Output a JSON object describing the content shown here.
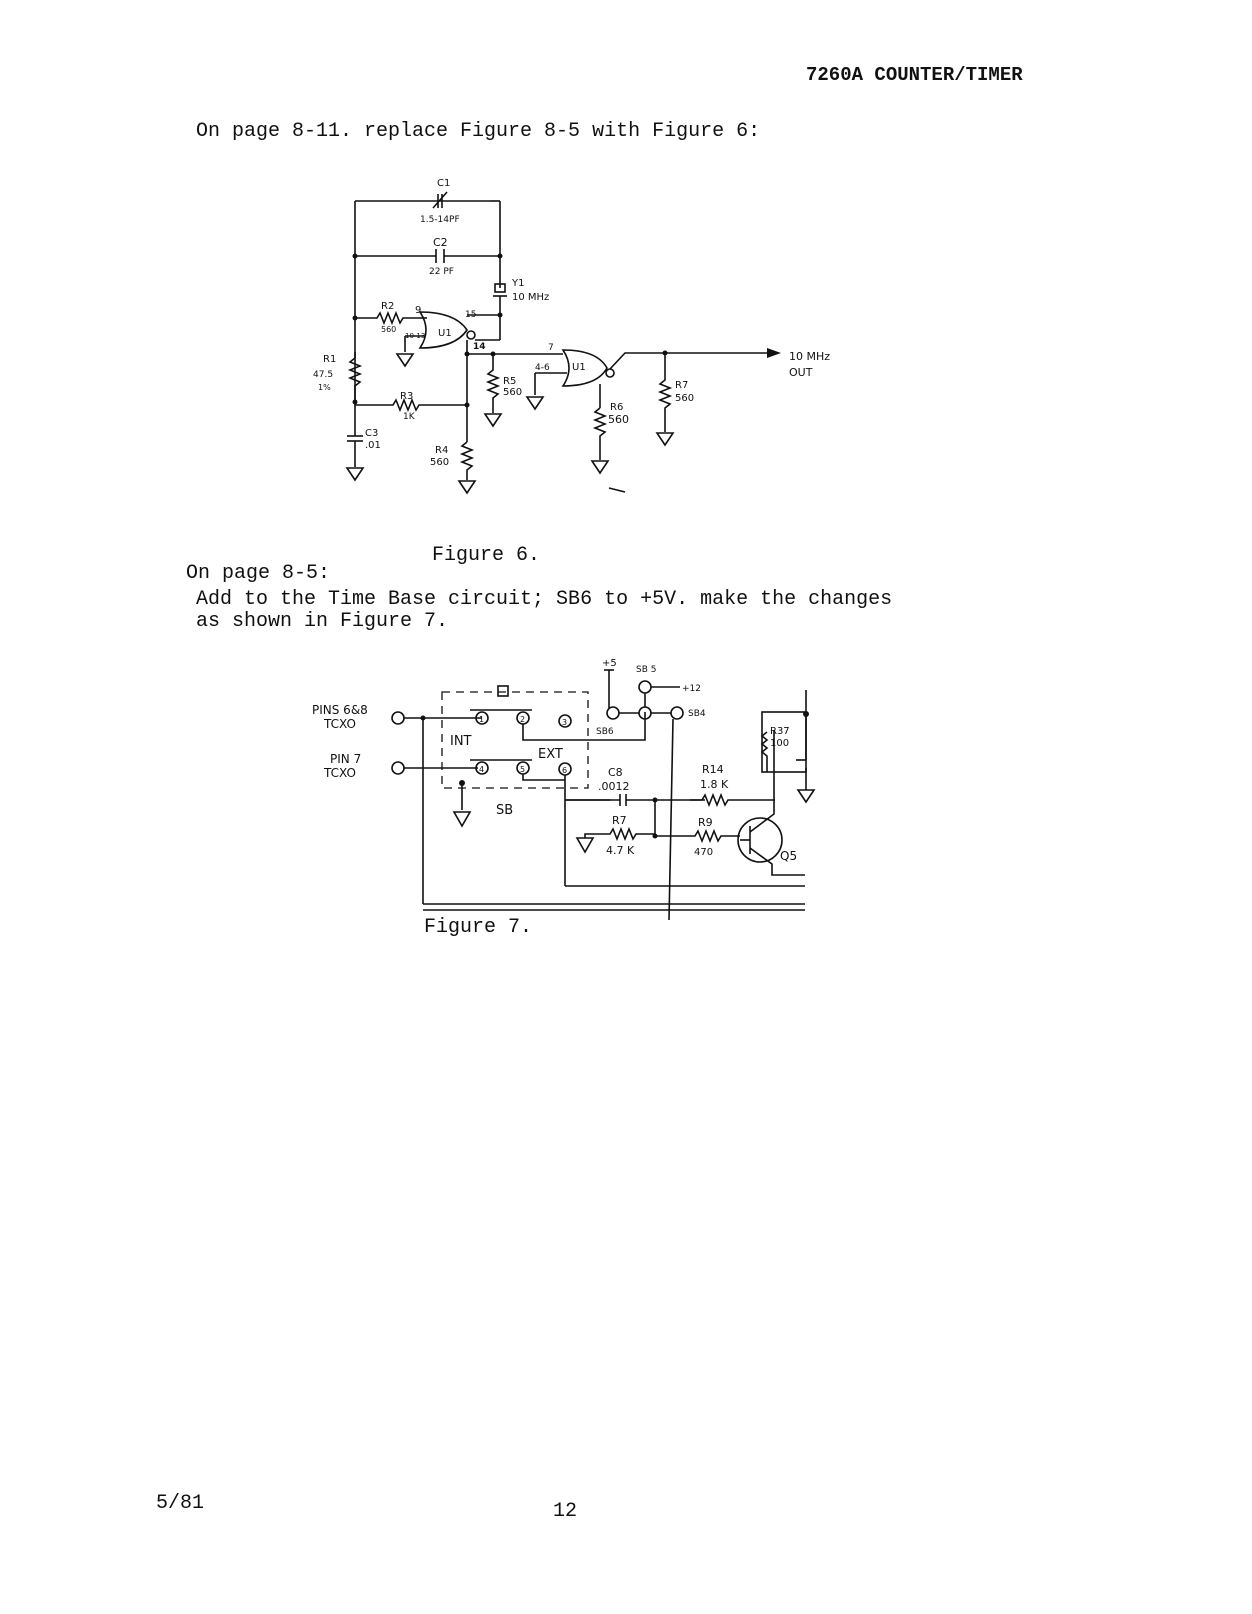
{
  "header": {
    "title": "7260A COUNTER/TIMER"
  },
  "instructions": {
    "line1": "On page 8-11. replace Figure 8-5 with Figure 6:",
    "line2": "On page 8-5:",
    "line3": "Add to the Time Base circuit; SB6 to +5V. make the changes",
    "line4": "as shown in Figure 7."
  },
  "figure6": {
    "caption": "Figure 6.",
    "c1_name": "C1",
    "c1_value": "1.5-14PF",
    "c2_name": "C2",
    "c2_value": "22 PF",
    "y1_name": "Y1",
    "y1_value": "10 MHz",
    "r1_name": "R1",
    "r1_value": "47.5",
    "r1_tol": "1%",
    "r2_name": "R2",
    "r2_value": "560",
    "r3_name": "R3",
    "r3_value": "1K",
    "r4_name": "R4",
    "r4_value": "560",
    "r5_name": "R5",
    "r5_value": "560",
    "r6_name": "R6",
    "r6_value": "560",
    "r7_name": "R7",
    "r7_value": "560",
    "c3_name": "C3",
    "c3_value": ".01",
    "u1_label": "U1",
    "u1b_label": "U1",
    "pin9": "9",
    "pin10_13": "10-13",
    "pin15": "15",
    "pin14": "14",
    "pin7": "7",
    "pin4_6": "4-6",
    "output_label": "10 MHz",
    "output_label2": "OUT"
  },
  "figure7": {
    "caption": "Figure 7.",
    "pins68": "PINS 6&8",
    "tcxo1": "TCXO",
    "pin7": "PIN 7",
    "tcxo2": "TCXO",
    "int": "INT",
    "ext": "EXT",
    "sb8": "SB",
    "plus5": "+5",
    "sb5": "SB 5",
    "plus12": "+12",
    "sb6": "SB6",
    "sb4": "SB4",
    "c8_name": "C8",
    "c8_value": ".0012",
    "r7_name": "R7",
    "r7_value": "4.7 K",
    "r14_name": "R14",
    "r14_value": "1.8 K",
    "r9_name": "R9",
    "r9_value": "470",
    "r37_name": "R37",
    "r37_value": "100",
    "q5": "Q5",
    "sw1": "1",
    "sw2": "2",
    "sw3": "3",
    "sw4": "4",
    "sw5": "5",
    "sw6": "6"
  },
  "footer": {
    "date": "5/81",
    "page_number": "12"
  }
}
